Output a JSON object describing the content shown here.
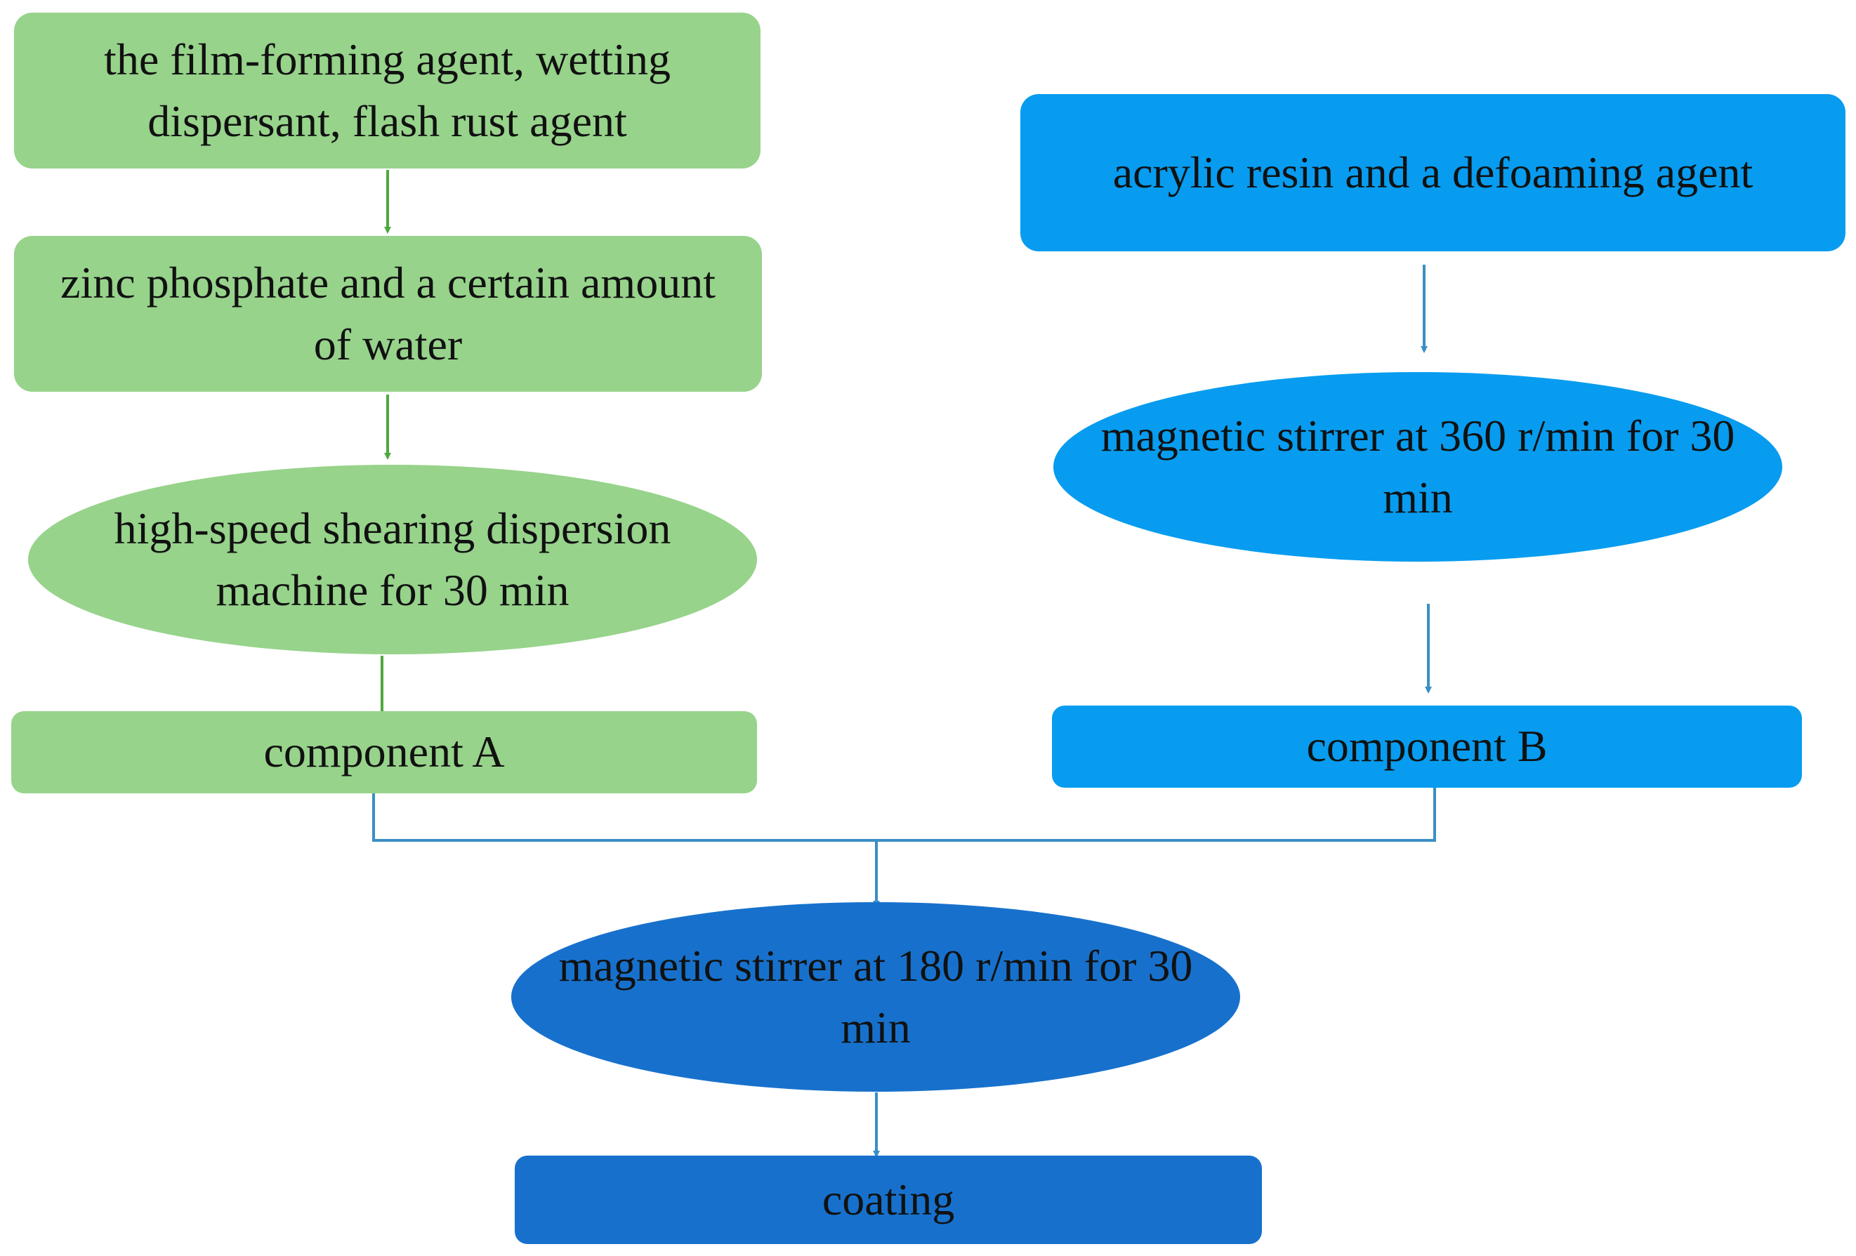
{
  "diagram": {
    "nodes": {
      "film_forming": "the film-forming agent, wetting dispersant, flash rust agent",
      "zinc_phosphate": "zinc phosphate and a certain amount of water",
      "high_speed_shearing": "high-speed shearing dispersion machine for 30 min",
      "component_a": "component A",
      "acrylic_resin": "acrylic resin and a defoaming agent",
      "magnetic_360": "magnetic stirrer at 360 r/min for 30 min",
      "component_b": "component B",
      "magnetic_180": "magnetic stirrer at 180 r/min for 30 min",
      "coating": "coating"
    },
    "colors": {
      "green_fill": "#97d38b",
      "green_arrow": "#4fa83f",
      "blue_fill": "#079cef",
      "blue_arrow": "#3a8fc4",
      "dark_blue_fill": "#1771cc",
      "text": "#111111"
    }
  }
}
